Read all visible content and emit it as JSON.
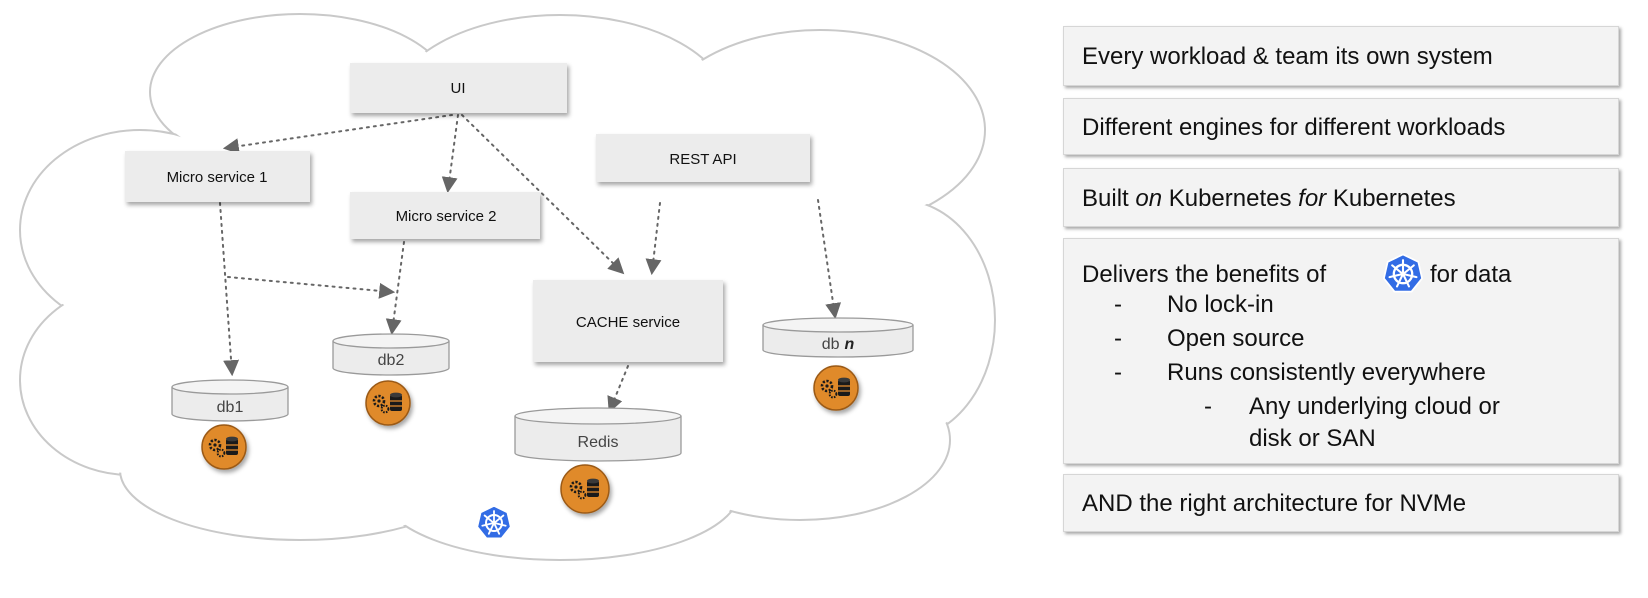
{
  "diagram": {
    "services": {
      "ui": "UI",
      "micro_service_1": "Micro service 1",
      "micro_service_2": "Micro service 2",
      "rest_api": "REST API",
      "cache_service": "CACHE service"
    },
    "databases": {
      "db1": "db1",
      "db2": "db2",
      "redis": "Redis",
      "dbn_prefix": "db",
      "dbn_suffix": "n"
    },
    "icons": {
      "storage_badge": "gears-database-icon",
      "platform": "kubernetes-icon"
    },
    "colors": {
      "service_box": "#ececec",
      "storage_badge": "#e08a2c",
      "kubernetes": "#326ce5",
      "arrow": "#666666"
    }
  },
  "panel": {
    "card1": "Every workload & team its own system",
    "card2": "Different engines for different workloads",
    "card3": {
      "part1": "Built ",
      "part2": "on",
      "part3": " Kubernetes ",
      "part4": "for",
      "part5": " Kubernetes"
    },
    "card4": {
      "lead_before": "Delivers the benefits of",
      "lead_after": "for data",
      "bullets": [
        "No lock-in",
        "Open source",
        "Runs consistently everywhere"
      ],
      "sub_bullet_line1": "Any underlying cloud or",
      "sub_bullet_line2": "disk or SAN",
      "dash": "-"
    },
    "card5": "AND the right architecture for NVMe"
  }
}
